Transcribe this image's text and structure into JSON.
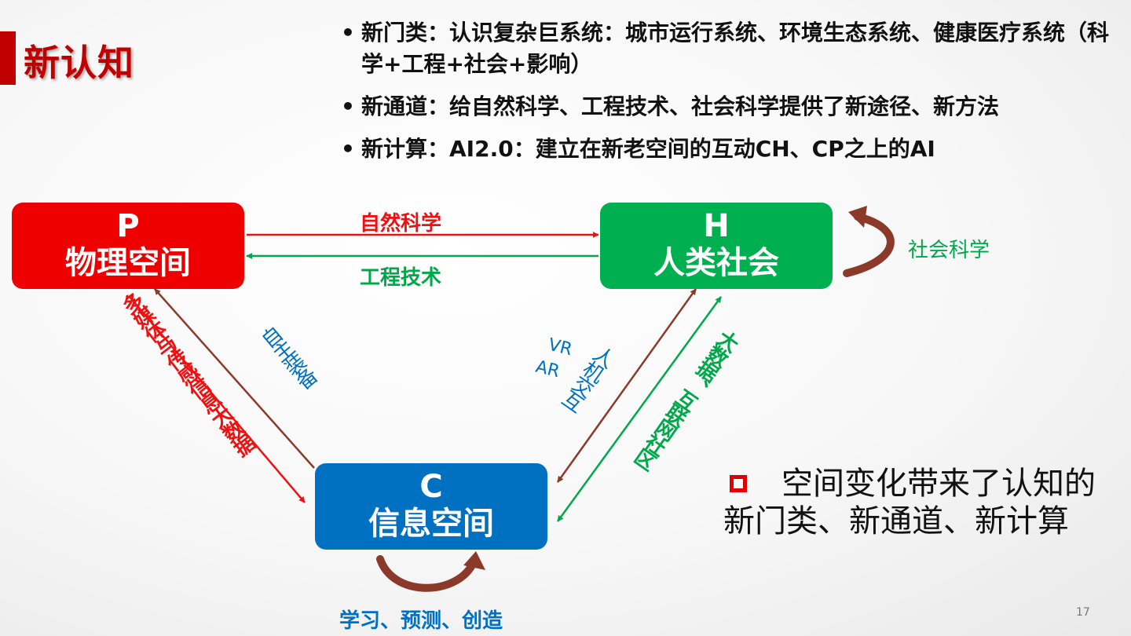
{
  "slide": {
    "title": "新认知",
    "page_number": "17"
  },
  "bullets": [
    "新门类：认识复杂巨系统：城市运行系统、环境生态系统、健康医疗系统（科学+工程+社会+影响）",
    "新通道：给自然科学、工程技术、社会科学提供了新途径、新方法",
    "新计算：AI2.0：建立在新老空间的互动CH、CP之上的AI"
  ],
  "nodes": {
    "p": {
      "letter": "P",
      "label": "物理空间",
      "color": "#ee0000"
    },
    "h": {
      "letter": "H",
      "label": "人类社会",
      "color": "#00b050"
    },
    "c": {
      "letter": "C",
      "label": "信息空间",
      "color": "#0070c0"
    }
  },
  "edges": {
    "p_to_h": {
      "label": "自然科学",
      "color": "#ee1111"
    },
    "h_to_p": {
      "label": "工程技术",
      "color": "#00a84a"
    },
    "h_self": {
      "label": "社会科学",
      "color": "#00a84a"
    },
    "p_to_c": {
      "label": "多媒体与传感信息大数据",
      "color": "#ee1111"
    },
    "c_to_p": {
      "label": "自主装备",
      "color": "#0070c0"
    },
    "c_h_bidir": {
      "label": "人机交互",
      "sublabel_1": "VR",
      "sublabel_2": "AR",
      "color": "#0070c0"
    },
    "h_to_c": {
      "label": "大数据、互联网社区",
      "color": "#00a84a"
    },
    "c_self": {
      "label": "学习、预测、创造",
      "color": "#0070c0"
    }
  },
  "summary": {
    "line1": "空间变化带来了认知的",
    "line2": "新门类、新通道、新计算"
  },
  "colors": {
    "brown_arrow": "#8b3a2a",
    "accent_red": "#c00000"
  }
}
